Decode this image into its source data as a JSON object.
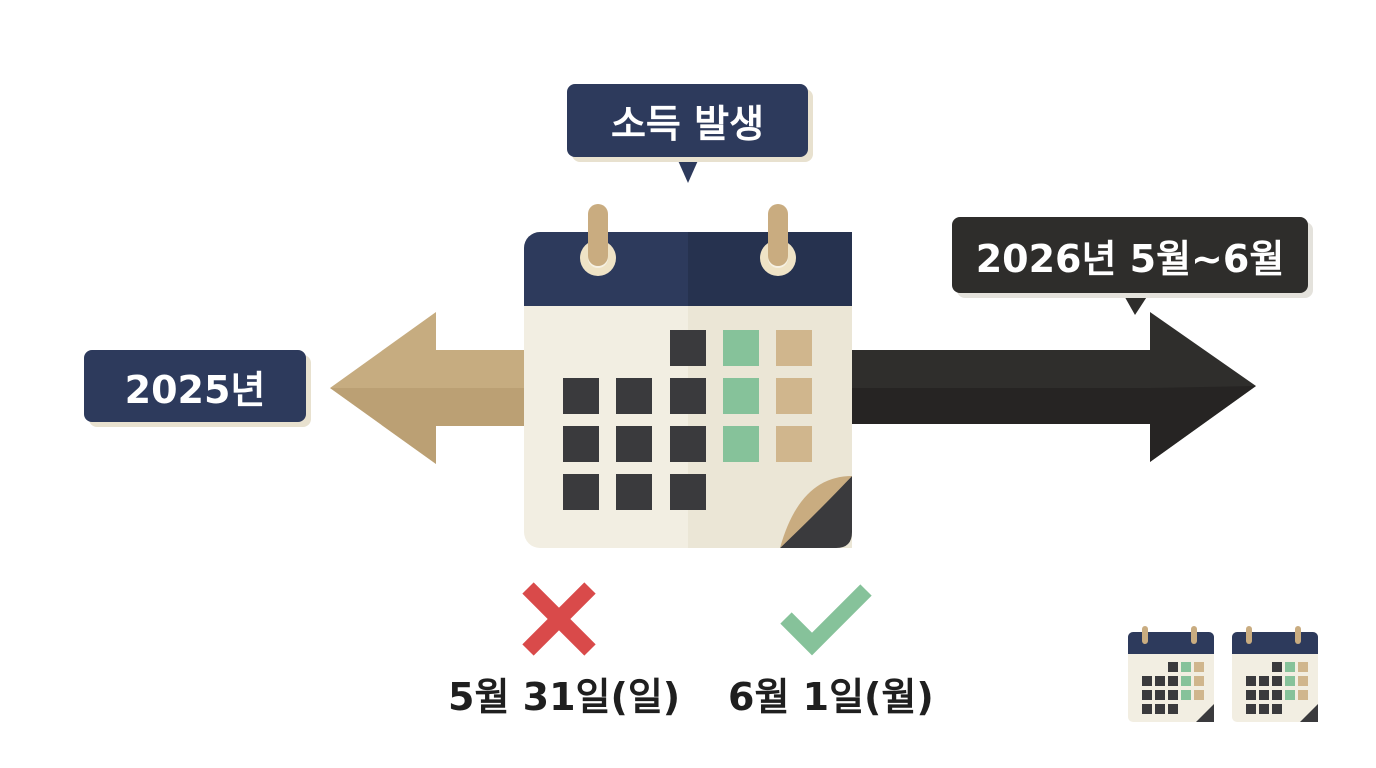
{
  "callouts": {
    "income": "소득 발생",
    "past_year": "2025년",
    "filing_period": "2026년 5월~6월"
  },
  "dates": {
    "wrong": "5월 31일(일)",
    "correct": "6월 1일(월)"
  },
  "icons": {
    "wrong": "x-mark-icon",
    "correct": "check-mark-icon",
    "main": "calendar-icon"
  },
  "colors": {
    "navy": "#2d3a5c",
    "dark": "#2e2d2b",
    "tan": "#c6ac80",
    "green": "#86c29a",
    "red": "#d94a4a",
    "paper": "#f2eee2"
  }
}
